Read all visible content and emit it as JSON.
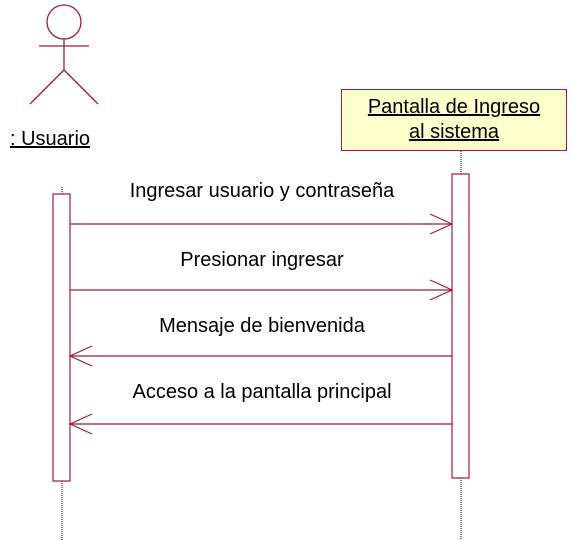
{
  "actor": {
    "name": ": Usuario"
  },
  "object": {
    "line1": "Pantalla de Ingreso",
    "line2": "al sistema"
  },
  "messages": [
    {
      "label": "Ingresar usuario y contraseña",
      "direction": "to-object"
    },
    {
      "label": "Presionar ingresar",
      "direction": "to-object"
    },
    {
      "label": "Mensaje de bienvenida",
      "direction": "to-actor"
    },
    {
      "label": "Acceso a la pantalla principal",
      "direction": "to-actor"
    }
  ],
  "colors": {
    "lines": "#a01c3a",
    "object_fill": "#ffffcc",
    "lifeline": "#000000"
  }
}
